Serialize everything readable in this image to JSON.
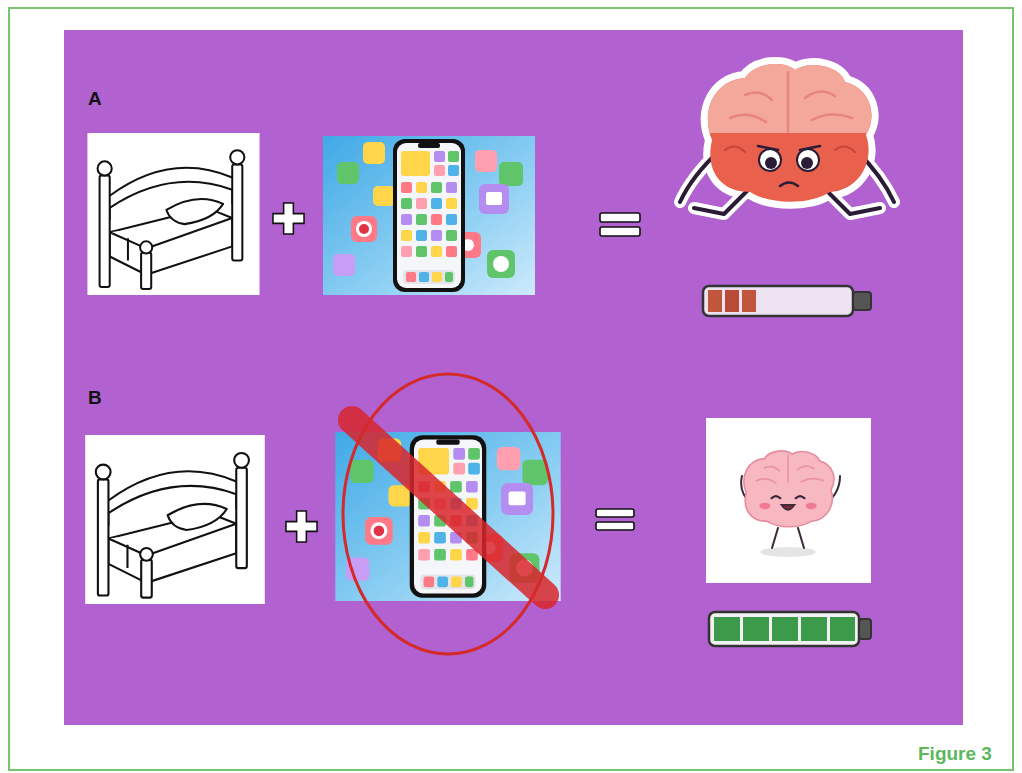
{
  "diagram": {
    "caption": "Figure 3",
    "labels": [
      "A",
      "B"
    ]
  }
}
